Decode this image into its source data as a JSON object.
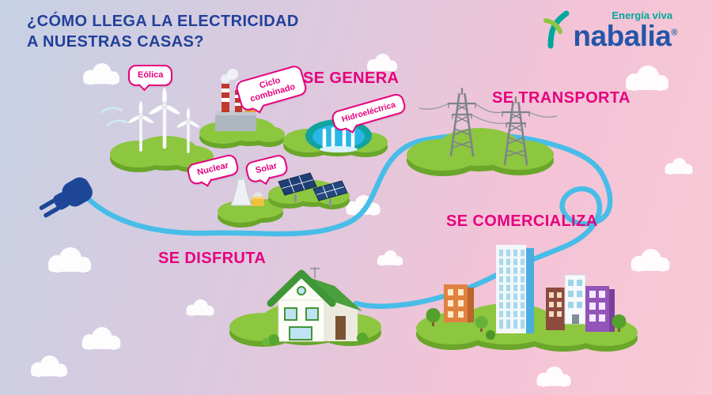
{
  "title": {
    "line1": "¿CÓMO LLEGA LA ELECTRICIDAD",
    "line2": "A NUESTRAS CASAS?"
  },
  "logo": {
    "tagline": "Energía viva",
    "brand": "nabalia",
    "registered": "®"
  },
  "stages": {
    "genera": "SE GENERA",
    "transporta": "SE TRANSPORTA",
    "comercializa": "SE COMERCIALIZA",
    "disfruta": "SE DISFRUTA"
  },
  "sources": {
    "eolica": "Eólica",
    "ciclo": "Ciclo combinado",
    "hidro": "Hidroeléctrica",
    "nuclear": "Nuclear",
    "solar": "Solar"
  },
  "colors": {
    "accent_pink": "#e6007e",
    "title_blue": "#21409a",
    "brand_blue": "#2456a8",
    "brand_teal": "#00a79d",
    "island_green": "#8dc63f",
    "island_green_dark": "#69a62a",
    "cable_blue": "#47bde8",
    "plug_navy": "#1d4796"
  }
}
